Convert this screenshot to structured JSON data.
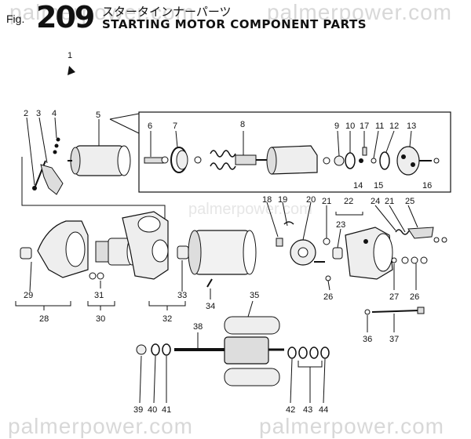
{
  "header": {
    "fig_label": "Fig.",
    "fig_number": "209",
    "title_jp": "スタータインナーパーツ",
    "title_en": "STARTING MOTOR COMPONENT PARTS"
  },
  "watermarks": {
    "top_left": "palmerpower.com",
    "top_right": "palmerpower.com",
    "middle": "palmerpower.com",
    "bottom_left": "palmerpower.com",
    "bottom_right": "palmerpower.com"
  },
  "callouts": {
    "c1": "1",
    "c2": "2",
    "c3": "3",
    "c4": "4",
    "c5": "5",
    "c6": "6",
    "c7": "7",
    "c8": "8",
    "c9": "9",
    "c10": "10",
    "c11": "11",
    "c12": "12",
    "c13": "13",
    "c14": "14",
    "c15": "15",
    "c16": "16",
    "c17": "17",
    "c18": "18",
    "c19": "19",
    "c20": "20",
    "c21a": "21",
    "c21b": "21",
    "c22": "22",
    "c23": "23",
    "c24": "24",
    "c25": "25",
    "c26a": "26",
    "c26b": "26",
    "c27": "27",
    "c28": "28",
    "c29": "29",
    "c30": "30",
    "c31": "31",
    "c32": "32",
    "c33": "33",
    "c34": "34",
    "c35": "35",
    "c36": "36",
    "c37": "37",
    "c38": "38",
    "c39": "39",
    "c40": "40",
    "c41": "41",
    "c42": "42",
    "c43": "43",
    "c44": "44"
  }
}
